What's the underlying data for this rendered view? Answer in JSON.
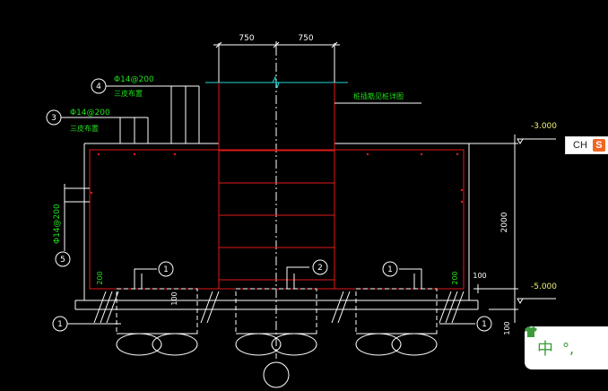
{
  "drawing": {
    "dim_top_left": "750",
    "dim_top_right": "750",
    "dim_height": "2000",
    "dim_small_right": "100",
    "dim_bottom_right": "100",
    "dim_left_base": "200",
    "dim_right_base": "200",
    "dim_center_100": "100",
    "elev_top": "-3.000",
    "elev_bottom": "-5.000",
    "label_pile_cap_note": "桩插筋见桩详图",
    "rebar_4_spec": "Φ14@200",
    "rebar_4_note": "三皮布置",
    "rebar_3_spec": "Φ14@200",
    "rebar_3_note": "三皮布置",
    "rebar_5_spec": "Φ14@200",
    "callout_1a": "1",
    "callout_1b": "1",
    "callout_1c": "1",
    "callout_1d": "1",
    "callout_2": "2",
    "callout_3": "3",
    "callout_4": "4",
    "callout_5": "5"
  },
  "ime": {
    "status_label": "CH",
    "brand_glyph": "S",
    "mode_label": "中",
    "punct_label": "°,"
  },
  "colors": {
    "background": "#000000",
    "line_white": "#ffffff",
    "rebar_red": "#e01a1a",
    "text_green": "#21e21a",
    "text_yellow": "#f2f27a",
    "cyan": "#25d6d6"
  }
}
